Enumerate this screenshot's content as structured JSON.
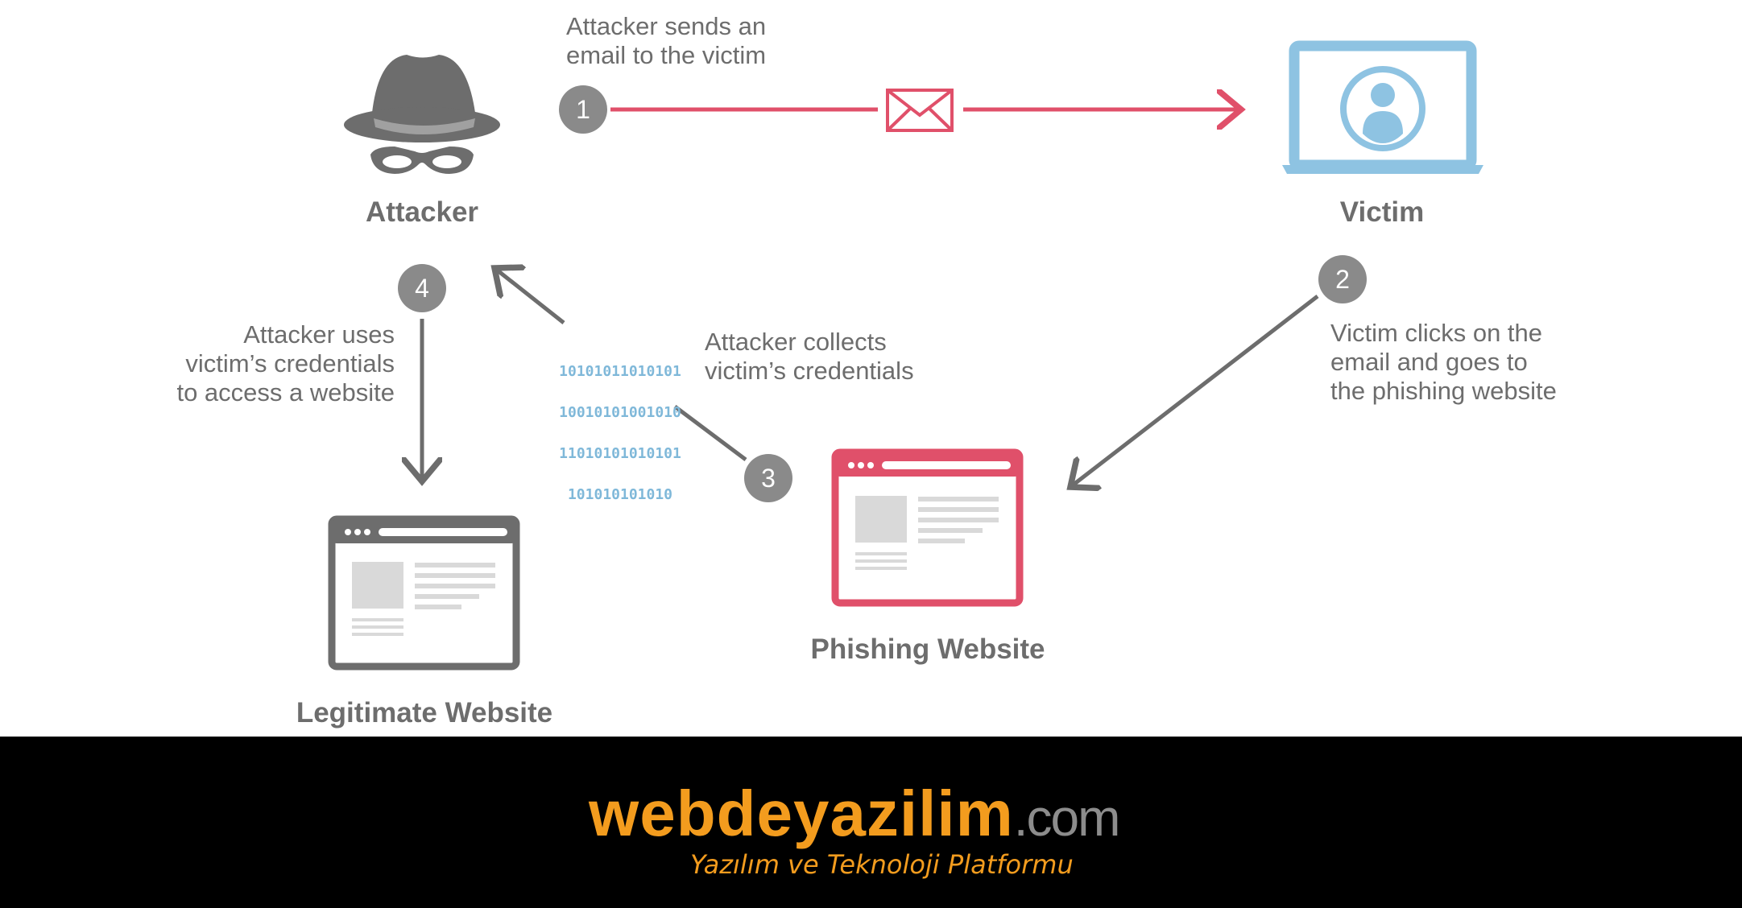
{
  "nodes": {
    "attacker": "Attacker",
    "victim": "Victim",
    "phishing": "Phishing Website",
    "legitimate": "Legitimate Website"
  },
  "steps": [
    {
      "number": "1",
      "lines": [
        "Attacker sends an",
        "email to the victim"
      ]
    },
    {
      "number": "2",
      "lines": [
        "Victim clicks on the",
        "email and goes to",
        "the phishing website"
      ]
    },
    {
      "number": "3",
      "lines": [
        "Attacker collects",
        "victim’s credentials"
      ]
    },
    {
      "number": "4",
      "lines": [
        "Attacker uses",
        "victim’s credentials",
        "to access a website"
      ]
    }
  ],
  "binary_lines": [
    "10101011010101",
    "10010101001010",
    "11010101010101",
    "101010101010"
  ],
  "footer": {
    "logo_main": "webdeyazilim",
    "logo_suffix": ".com",
    "tagline": "Yazılım ve Teknoloji Platformu"
  },
  "colors": {
    "accent_red": "#e0506a",
    "accent_blue": "#8ec3e2",
    "gray": "#6d6d6d",
    "step_circle": "#8a8a8a",
    "logo_orange": "#f39c1e"
  }
}
